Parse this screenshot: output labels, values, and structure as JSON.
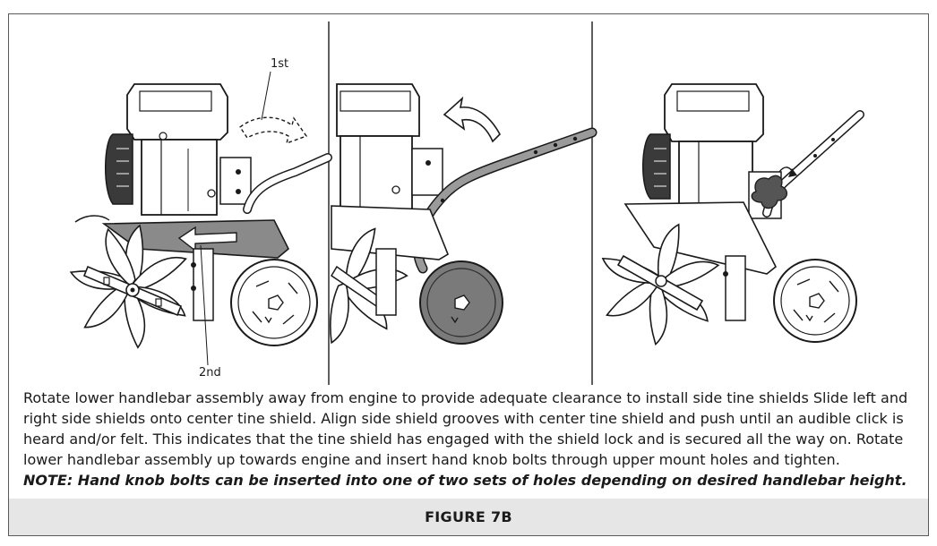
{
  "figure": {
    "callouts": {
      "first": "1st",
      "second": "2nd"
    },
    "instructions": "Rotate lower handlebar assembly away from engine to provide adequate clearance to install side tine shields Slide left and right side shields onto center tine shield.  Align side shield grooves with center tine shield and push until an audible click is heard and/or felt.  This indicates that the tine shield has engaged with the shield lock and is secured all the way on. Rotate lower handlebar assembly up towards engine and insert hand knob bolts through upper mount holes and tighten.",
    "note": "NOTE: Hand knob bolts can be inserted into one of two sets of holes depending on desired handlebar height.",
    "label": "FIGURE 7B"
  }
}
